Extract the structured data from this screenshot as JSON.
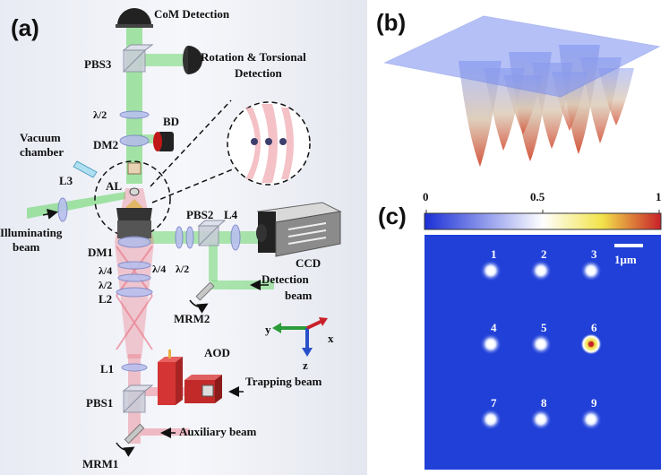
{
  "panels": {
    "a": "(a)",
    "b": "(b)",
    "c": "(c)"
  },
  "labels": {
    "com_detection": "CoM Detection",
    "pbs3": "PBS3",
    "rotation_torsional_line1": "Rotation & Torsional",
    "rotation_torsional_line2": "Detection",
    "half_wave_top": "λ/2",
    "bd": "BD",
    "dm2": "DM2",
    "vacuum_line1": "Vacuum",
    "vacuum_line2": "chamber",
    "l3": "L3",
    "al": "AL",
    "illuminating_line1": "Illuminating",
    "illuminating_line2": "beam",
    "pbs2": "PBS2",
    "l4": "L4",
    "dm1": "DM1",
    "quarter_left": "λ/4",
    "half_left": "λ/2",
    "l2": "L2",
    "quarter_right": "λ/4",
    "half_right": "λ/2",
    "ccd": "CCD",
    "detection_line1": "Detection",
    "detection_line2": "beam",
    "mrm2": "MRM2",
    "axis_y": "y",
    "axis_x": "x",
    "axis_z": "z",
    "aod": "AOD",
    "l1": "L1",
    "trapping_beam": "Trapping beam",
    "pbs1": "PBS1",
    "auxiliary_beam": "Auxiliary beam",
    "mrm1": "MRM1"
  },
  "colorbar": {
    "ticks": [
      "0",
      "0.5",
      "1"
    ],
    "colors": [
      "#1a2fd6",
      "#ffffff",
      "#f2e34a",
      "#c8202a"
    ]
  },
  "scalebar": {
    "label": "1μm"
  },
  "traps": [
    "1",
    "2",
    "3",
    "4",
    "5",
    "6",
    "7",
    "8",
    "9"
  ],
  "colors": {
    "green_beam": "#5fd35f",
    "red_beam": "#e87080",
    "field_blue": "#2040d8",
    "plane_blue": "#7a8ff0"
  }
}
